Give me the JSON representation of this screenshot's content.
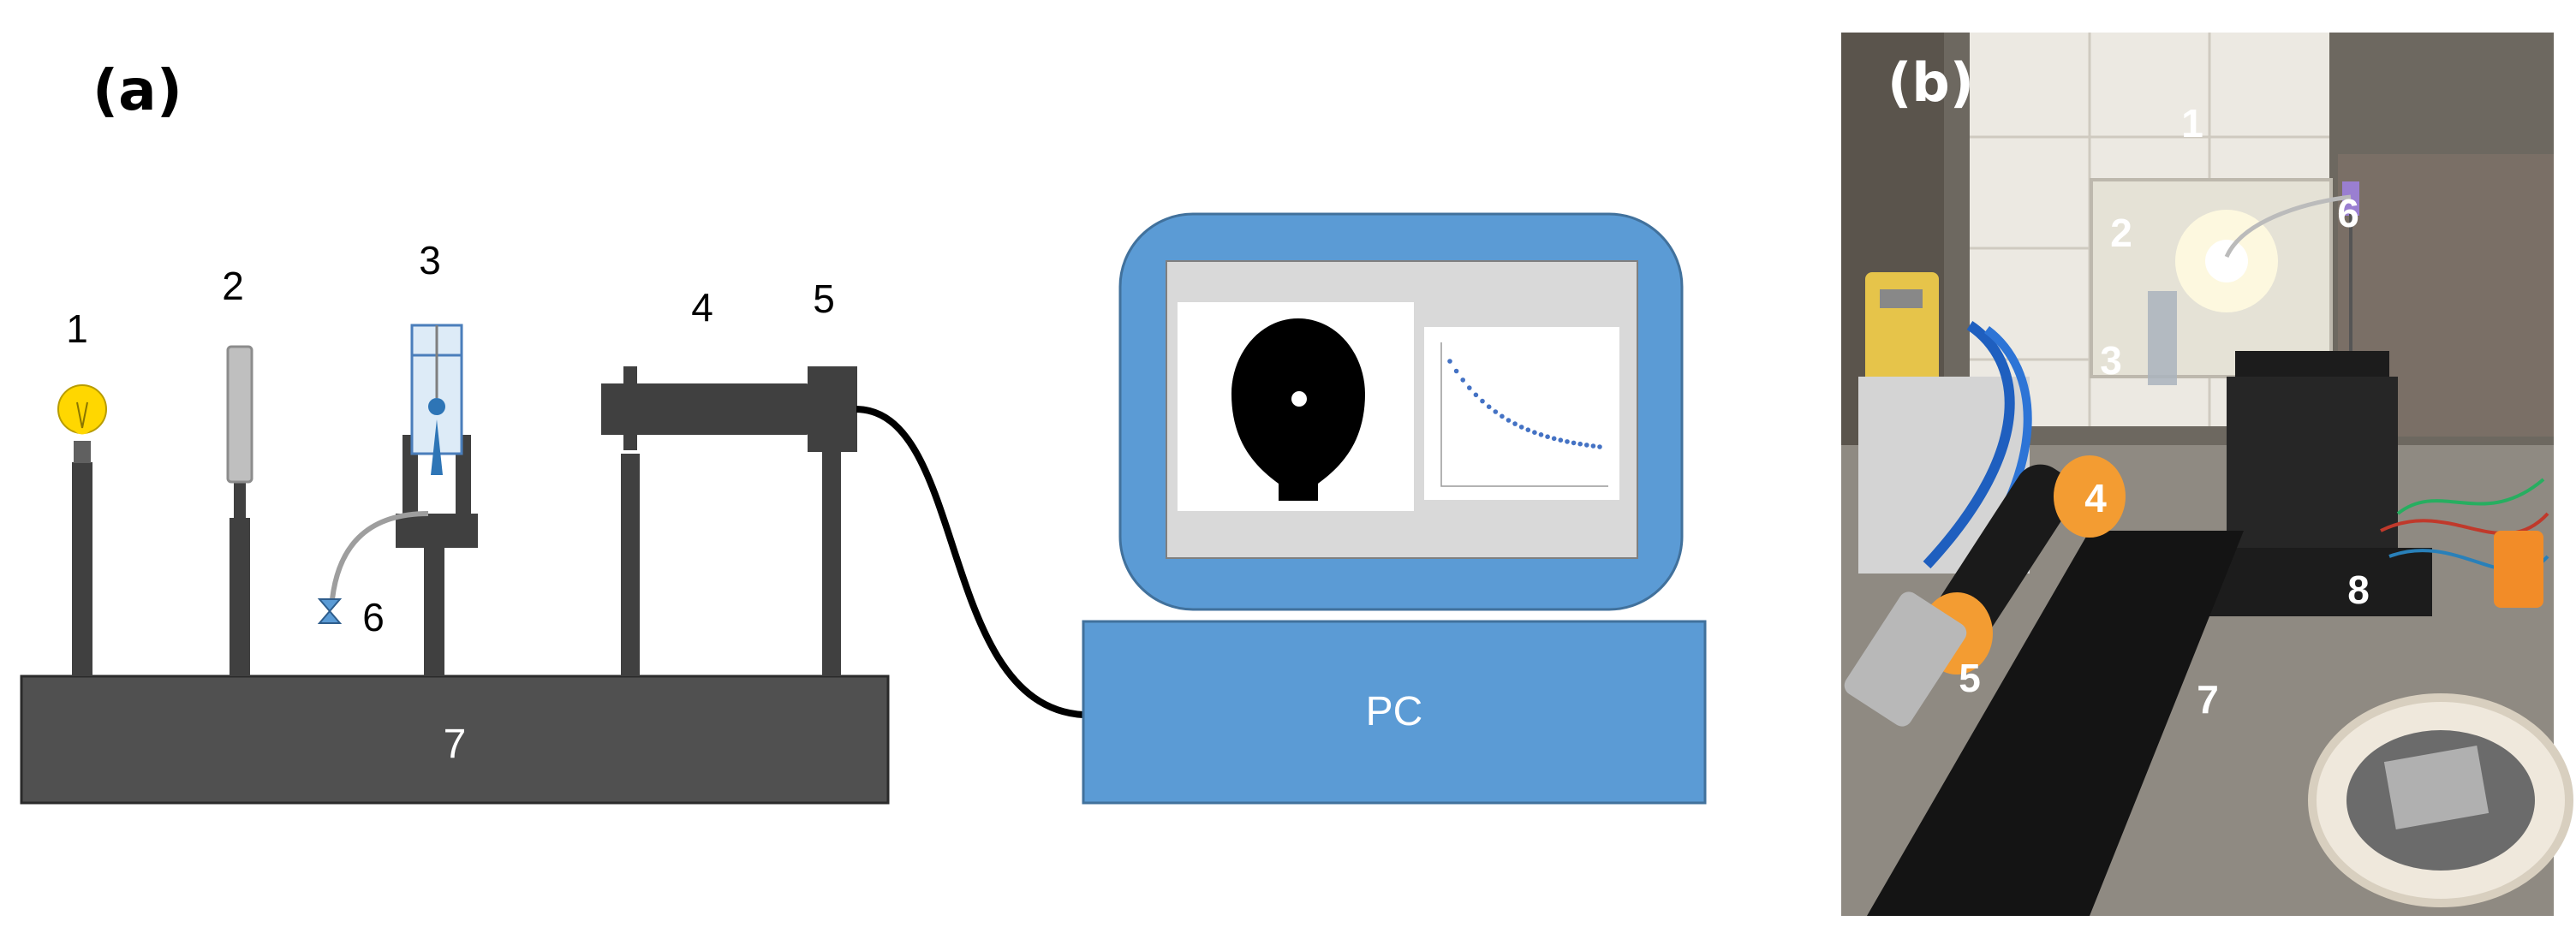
{
  "panel_a": {
    "label": "(a)",
    "numbers": {
      "n1": "1",
      "n2": "2",
      "n3": "3",
      "n4": "4",
      "n5": "5",
      "n6": "6",
      "n7": "7"
    },
    "pc_label": "PC",
    "colors": {
      "component_gray": "#404040",
      "table_gray": "#505050",
      "pc_blue": "#5b9bd5",
      "screen_gray": "#d9d9d9",
      "bulb_yellow": "#ffd700",
      "cable_black": "#000000"
    }
  },
  "panel_b": {
    "label": "(b)",
    "numbers": {
      "n1": "1",
      "n2": "2",
      "n3": "3",
      "n4": "4",
      "n5": "5",
      "n6": "6",
      "n7": "7",
      "n8": "8"
    }
  }
}
